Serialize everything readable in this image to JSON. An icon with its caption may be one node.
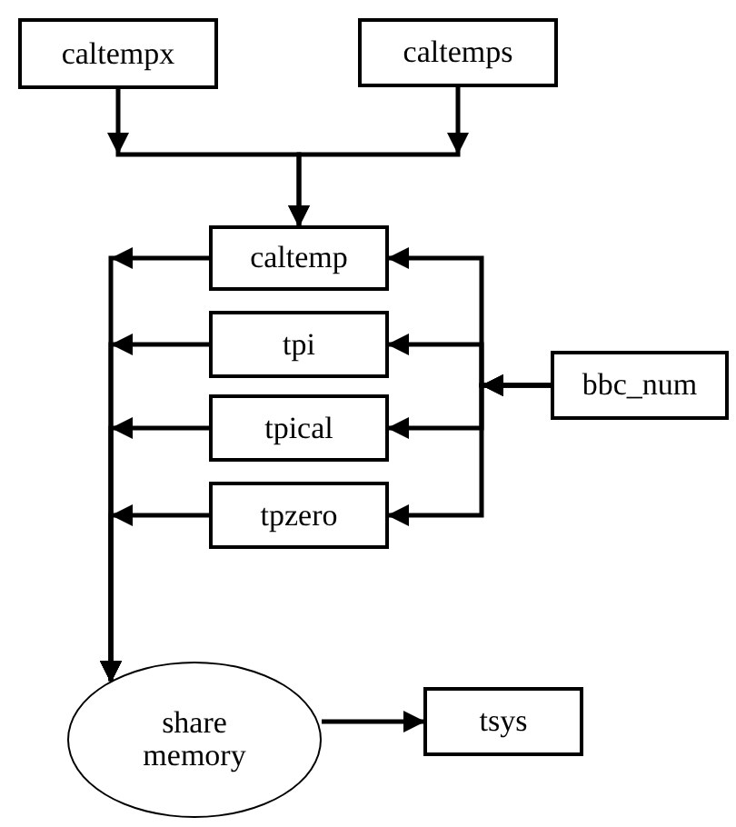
{
  "diagram": {
    "nodes": [
      {
        "text": [
          "caltempx"
        ]
      },
      {
        "text": [
          "caltemps"
        ]
      },
      {
        "text": [
          "caltemp"
        ]
      },
      {
        "text": [
          "tpi"
        ]
      },
      {
        "text": [
          "tpical"
        ]
      },
      {
        "text": [
          "tpzero"
        ]
      },
      {
        "text": [
          "bbc_num"
        ]
      },
      {
        "text": [
          "share memory"
        ]
      },
      {
        "text": [
          "tsys"
        ]
      }
    ],
    "edges": [
      {
        "from": 0,
        "to": 2,
        "arrow": "to"
      },
      {
        "from": 1,
        "to": 2,
        "arrow": "to"
      },
      {
        "from": 6,
        "to": 2,
        "arrow": "to"
      },
      {
        "from": 6,
        "to": 3,
        "arrow": "to"
      },
      {
        "from": 6,
        "to": 4,
        "arrow": "to"
      },
      {
        "from": 6,
        "to": 5,
        "arrow": "to"
      },
      {
        "from": 2,
        "to": 7,
        "arrow": "to"
      },
      {
        "from": 3,
        "to": 7,
        "arrow": "to"
      },
      {
        "from": 4,
        "to": 7,
        "arrow": "to"
      },
      {
        "from": 5,
        "to": 7,
        "arrow": "to"
      },
      {
        "from": 7,
        "to": 8,
        "arrow": "to"
      }
    ]
  }
}
